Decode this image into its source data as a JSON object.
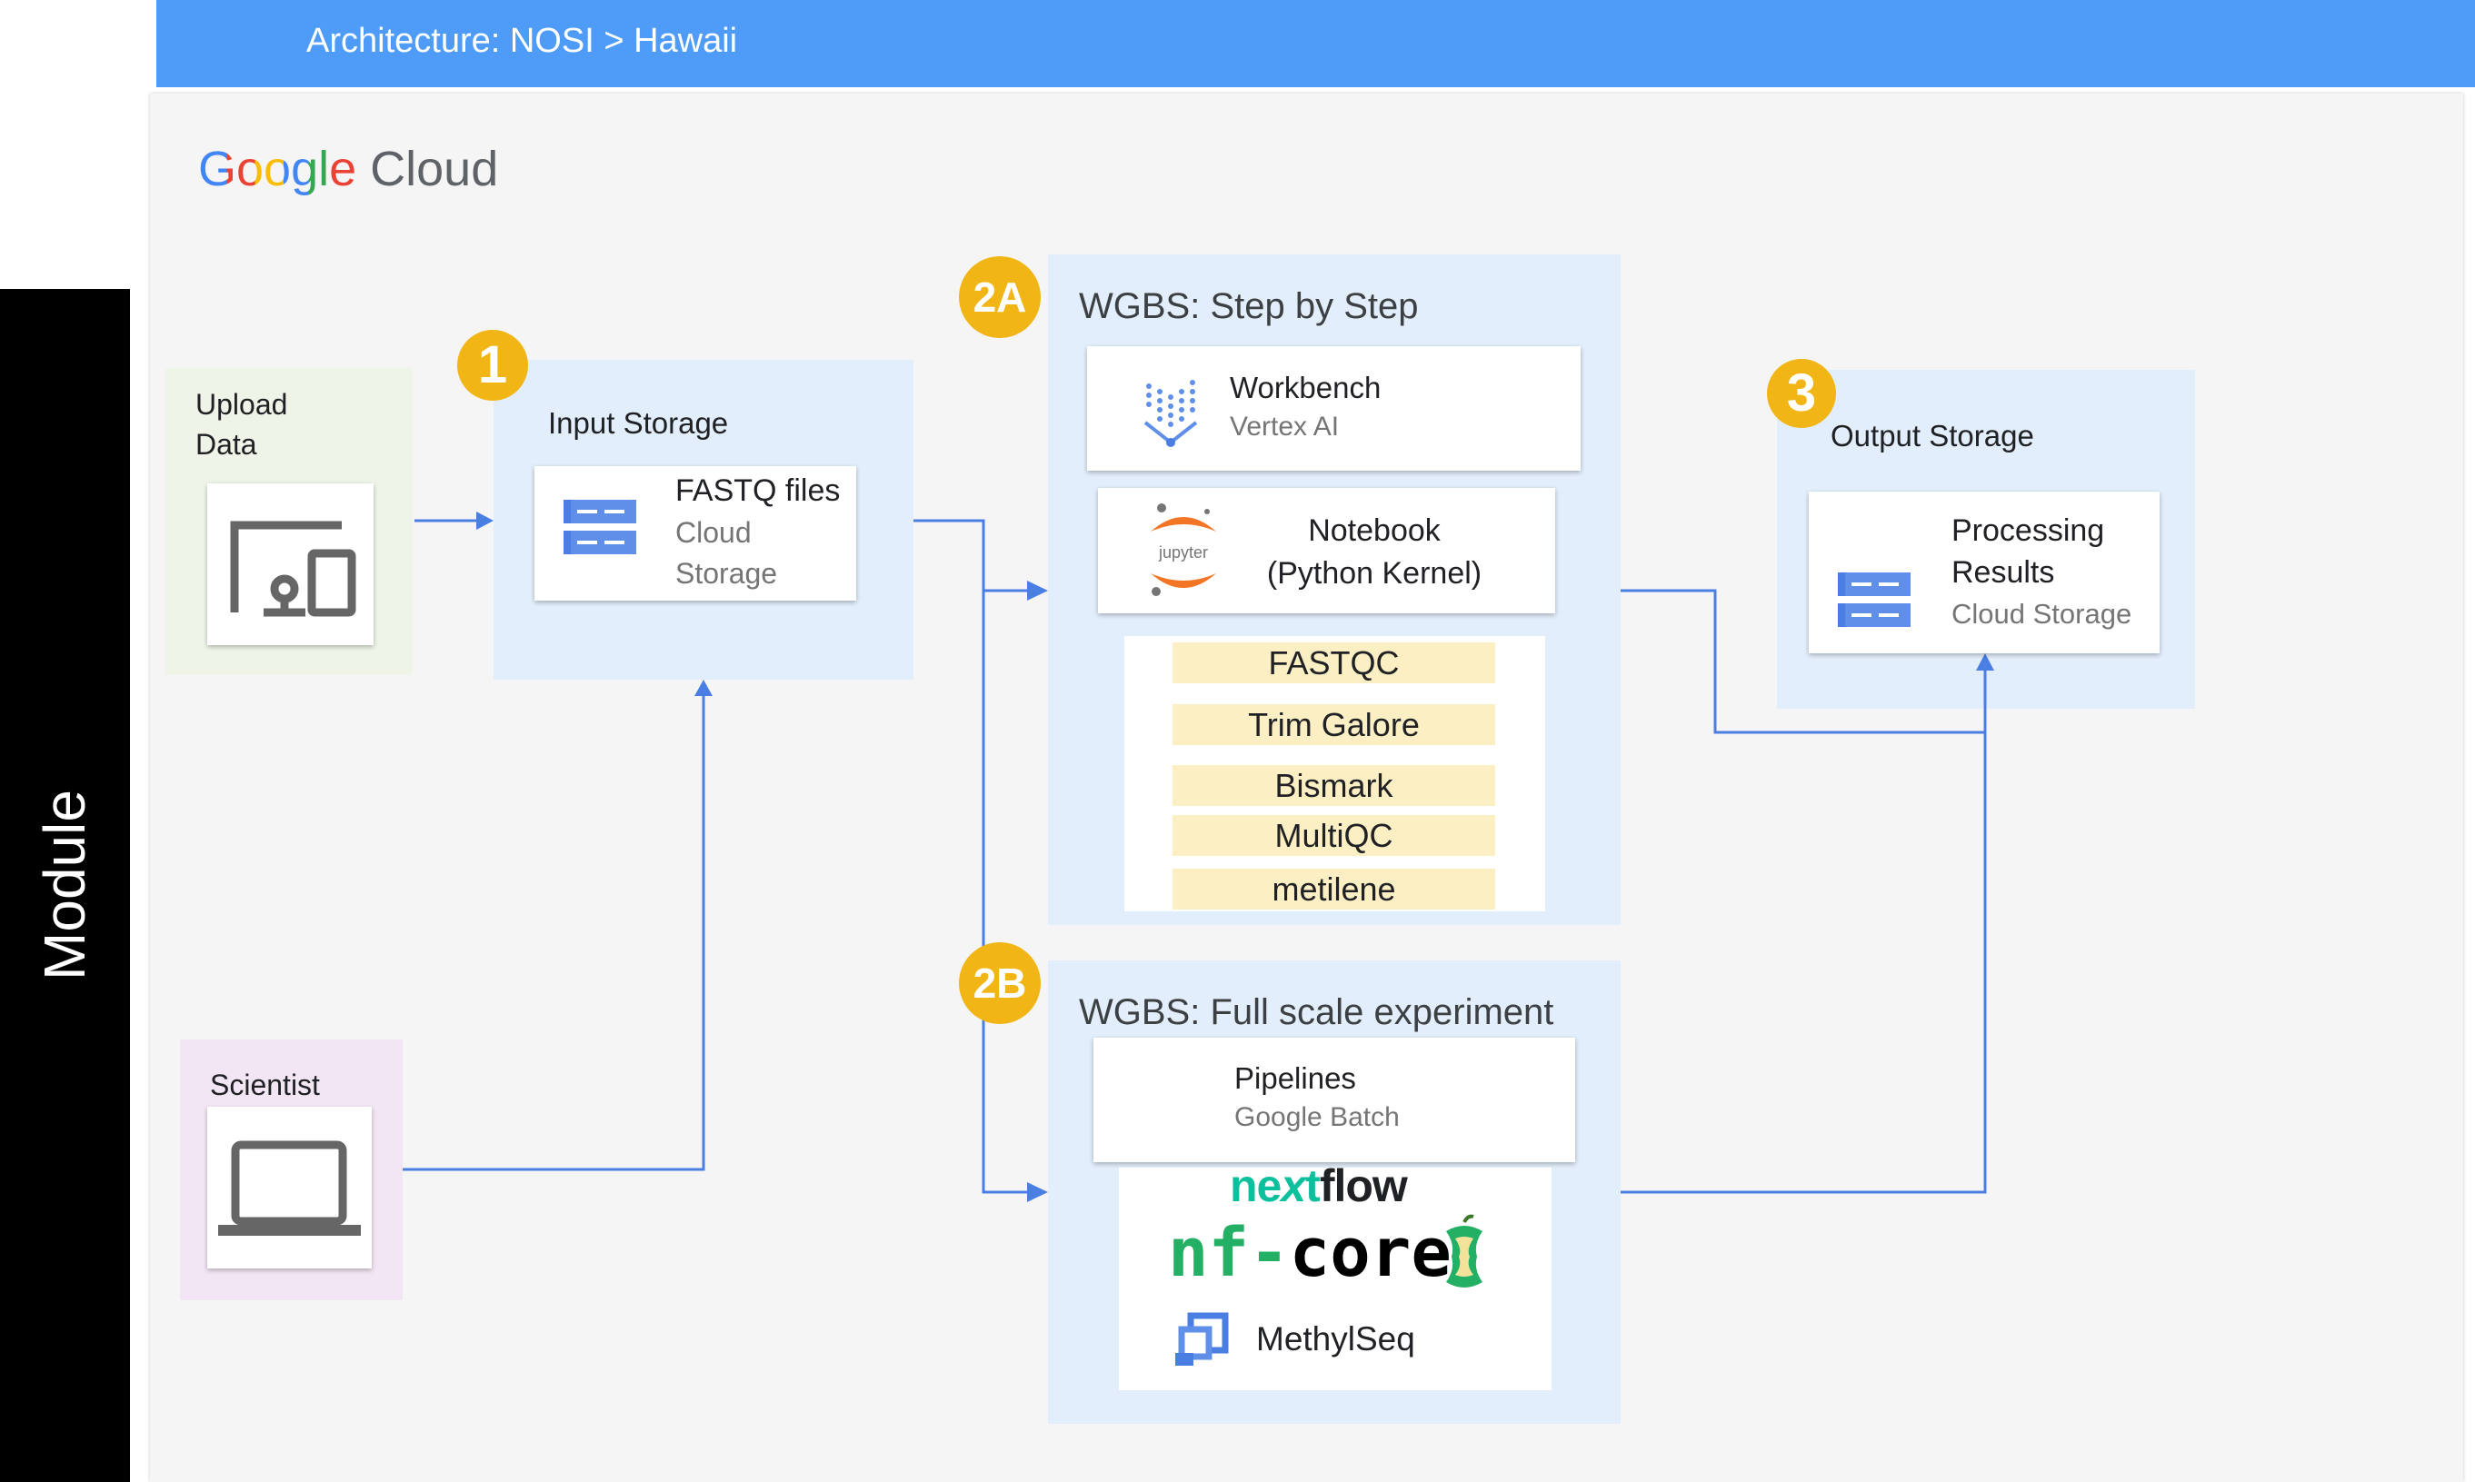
{
  "header": {
    "title": "Architecture: NOSI > Hawaii",
    "color": "#4f9cf8"
  },
  "side_label": "Module",
  "logo": {
    "google": "Google",
    "cloud": "Cloud"
  },
  "upload": {
    "label_line1": "Upload",
    "label_line2": "Data",
    "icon": "devices-icon"
  },
  "scientist": {
    "label": "Scientist",
    "icon": "laptop-icon"
  },
  "step1": {
    "badge": "1",
    "title": "Input Storage",
    "card_title": "FASTQ files",
    "card_sub1": "Cloud",
    "card_sub2": "Storage",
    "icon": "cloud-storage-icon"
  },
  "step2a": {
    "badge": "2A",
    "title": "WGBS: Step by Step",
    "workbench": {
      "title": "Workbench",
      "sub": "Vertex AI",
      "icon": "vertex-ai-icon"
    },
    "notebook": {
      "line1": "Notebook",
      "line2": "(Python  Kernel)",
      "logo_text": "jupyter",
      "icon": "jupyter-icon"
    },
    "tools": [
      "FASTQC",
      "Trim Galore",
      "Bismark",
      "MultiQC",
      "metilene"
    ]
  },
  "step2b": {
    "badge": "2B",
    "title": "WGBS: Full scale experiment",
    "pipelines": {
      "title": "Pipelines",
      "sub": "Google Batch"
    },
    "nextflow": {
      "part1": "ne",
      "part2": "x",
      "part3": "t",
      "part4": "flow"
    },
    "nfcore": {
      "nf": "nf",
      "dash": "-",
      "core": "core",
      "icon": "nf-core-apple-icon"
    },
    "methylseq": {
      "label": "MethylSeq",
      "icon": "methylseq-icon"
    }
  },
  "step3": {
    "badge": "3",
    "title": "Output  Storage",
    "card_line1": "Processing",
    "card_line2": "Results",
    "card_sub": "Cloud Storage",
    "icon": "cloud-storage-icon"
  },
  "colors": {
    "arrow": "#4a7ee3",
    "panel_blue": "#e2eefb",
    "panel_green": "#eef5e8",
    "panel_purple": "#f3e6f4",
    "badge": "#f1b615",
    "tool_fill": "#fdefc4",
    "storage_icon": "#5f8fe8",
    "nextflow_green": "#0dc09d",
    "nfcore_green": "#24b064"
  }
}
